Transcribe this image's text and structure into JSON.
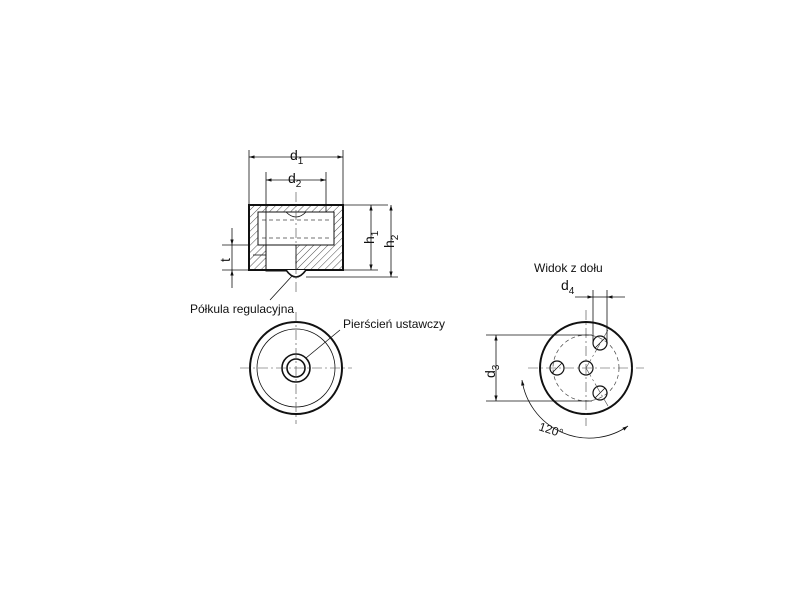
{
  "labels": {
    "d1": "d",
    "d1_sub": "1",
    "d2": "d",
    "d2_sub": "2",
    "h1": "h",
    "h1_sub": "1",
    "h2": "h",
    "h2_sub": "2",
    "t": "t",
    "d3": "d",
    "d3_sub": "3",
    "d4": "d",
    "d4_sub": "4",
    "angle": "120°"
  },
  "annotations": {
    "hemisphere": "Półkula regulacyjna",
    "ring": "Pierścień ustawczy",
    "bottom_view": "Widok z dołu"
  }
}
